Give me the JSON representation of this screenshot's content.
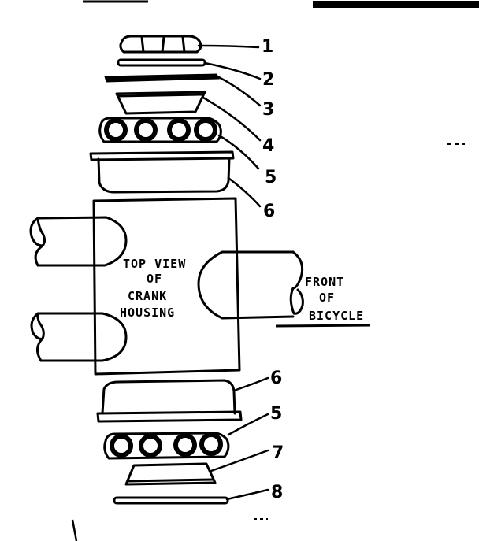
{
  "labels": {
    "p1": "1",
    "p2": "2",
    "p3": "3",
    "p4": "4",
    "p5_top": "5",
    "p6_top": "6",
    "p6_bottom": "6",
    "p5_bottom": "5",
    "p7": "7",
    "p8": "8"
  },
  "housing_text": [
    "TOP VIEW",
    "OF",
    "CRANK",
    "HOUSING"
  ],
  "front_text": [
    "FRONT",
    "OF",
    "BICYCLE"
  ]
}
